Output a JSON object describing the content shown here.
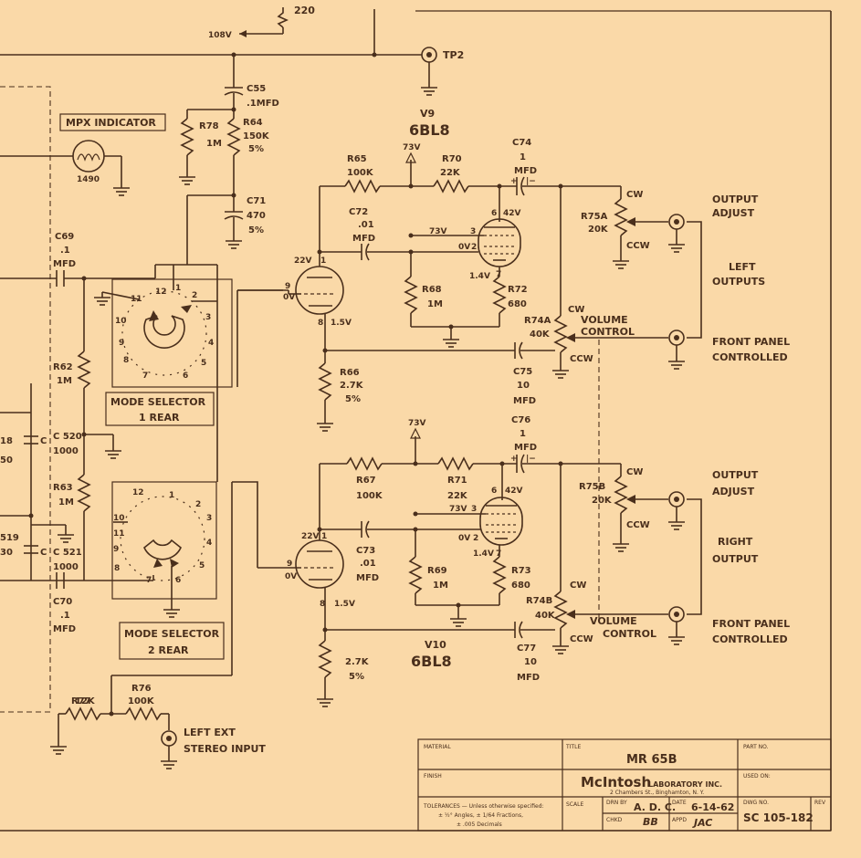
{
  "top": {
    "r220": "220",
    "v108": "108V",
    "tp2": "TP2"
  },
  "mpx": {
    "label": "MPX INDICATOR",
    "lamp": "1490"
  },
  "c55": {
    "name": "C55",
    "val": ".1MFD"
  },
  "r78": {
    "name": "R78",
    "val": "1M"
  },
  "r64": {
    "name": "R64",
    "val": "150K",
    "tol": "5%"
  },
  "c71": {
    "name": "C71",
    "val": "470",
    "tol": "5%"
  },
  "c69": {
    "name": "C69",
    "val": ".1",
    "unit": "MFD"
  },
  "r62": {
    "name": "R62",
    "val": "1M"
  },
  "r63": {
    "name": "R63",
    "val": "1M"
  },
  "c520": {
    "name": "C 520",
    "val": "1000"
  },
  "c521": {
    "name": "C 521",
    "val": "1000"
  },
  "c70": {
    "name": "C70",
    "val": ".1",
    "unit": "MFD"
  },
  "left_edge": {
    "a": "18",
    "b": "50",
    "c": "C",
    "d": "519",
    "e": "30",
    "f": "C"
  },
  "mode1": {
    "line1": "MODE SELECTOR",
    "line2": "1 REAR"
  },
  "mode2": {
    "line1": "MODE SELECTOR",
    "line2": "2 REAR"
  },
  "switch_pins": [
    "1",
    "2",
    "3",
    "4",
    "5",
    "6",
    "7",
    "8",
    "9",
    "10",
    "11",
    "12"
  ],
  "r77": {
    "name": "R77",
    "val": "12K"
  },
  "r76": {
    "name": "R76",
    "val": "100K"
  },
  "ext": {
    "line1": "LEFT EXT",
    "line2": "STEREO INPUT"
  },
  "v9": {
    "name": "V9",
    "type": "6BL8"
  },
  "v10": {
    "name": "V10",
    "type": "6BL8"
  },
  "v73a": "73V",
  "v73b": "73V",
  "upper": {
    "r65": {
      "name": "R65",
      "val": "100K"
    },
    "r70": {
      "name": "R70",
      "val": "22K"
    },
    "c74": {
      "name": "C74",
      "val": "1",
      "unit": "MFD"
    },
    "c72": {
      "name": "C72",
      "val": ".01",
      "unit": "MFD"
    },
    "r68": {
      "name": "R68",
      "val": "1M"
    },
    "r72": {
      "name": "R72",
      "val": "680"
    },
    "r66": {
      "name": "R66",
      "val": "2.7K",
      "tol": "5%"
    },
    "c75": {
      "name": "C75",
      "val": "10",
      "unit": "MFD"
    },
    "r75a": {
      "name": "R75A",
      "val": "20K"
    },
    "r74a": {
      "name": "R74A",
      "val": "40K"
    },
    "v22": "22V",
    "v0": "0V",
    "v15": "1.5V",
    "v42": "42V",
    "v73": "73V",
    "v0b": "0V",
    "v14": "1.4V",
    "p1": "1",
    "p9": "9",
    "p8": "8",
    "p6": "6",
    "p3": "3",
    "p2": "2",
    "p7": "7"
  },
  "lower": {
    "r67": {
      "name": "R67",
      "val": "100K"
    },
    "r71": {
      "name": "R71",
      "val": "22K"
    },
    "c76": {
      "name": "C76",
      "val": "1",
      "unit": "MFD"
    },
    "c73": {
      "name": "C73",
      "val": ".01",
      "unit": "MFD"
    },
    "r69": {
      "name": "R69",
      "val": "1M"
    },
    "r73": {
      "name": "R73",
      "val": "680"
    },
    "rk": {
      "val": "2.7K",
      "tol": "5%"
    },
    "c77": {
      "name": "C77",
      "val": "10",
      "unit": "MFD"
    },
    "r75b": {
      "name": "R75B",
      "val": "20K"
    },
    "r74b": {
      "name": "R74B",
      "val": "40K"
    },
    "v22": "22V",
    "v0": "0V",
    "v15": "1.5V",
    "v42": "42V",
    "v73": "73V",
    "v0b": "0V",
    "v14": "1.4V",
    "p1": "1",
    "p9": "9",
    "p8": "8",
    "p6": "6",
    "p3": "3",
    "p2": "2",
    "p7": "7"
  },
  "cw": "CW",
  "ccw": "CCW",
  "out_adjust": {
    "line1": "OUTPUT",
    "line2": "ADJUST"
  },
  "volume": {
    "line1": "VOLUME",
    "line2": "CONTROL"
  },
  "left_out": {
    "line1": "LEFT",
    "line2": "OUTPUTS"
  },
  "right_out": {
    "line1": "RIGHT",
    "line2": "OUTPUT"
  },
  "front": {
    "line1": "FRONT PANEL",
    "line2": "CONTROLLED"
  },
  "title_block": {
    "material": "MATERIAL",
    "title_lbl": "TITLE",
    "title": "MR 65B",
    "part_no": "PART NO.",
    "finish": "FINISH",
    "brand": "McIntosh",
    "lab": "LABORATORY INC.",
    "address": "2 Chambers St., Binghamton, N. Y.",
    "used_on": "USED ON:",
    "tol1": "TOLERANCES — Unless otherwise specified:",
    "tol2": "± ½° Angles, ± 1/64 Fractions,",
    "tol3": "± .005 Decimals",
    "scale": "SCALE",
    "drn_lbl": "DRN BY",
    "drn": "A. D. C.",
    "date_lbl": "DATE",
    "date": "6-14-62",
    "dwg_lbl": "DWG NO.",
    "dwg": "SC 105-182",
    "rev": "REV",
    "chkd_lbl": "CHKD",
    "chkd": "BB",
    "appd_lbl": "APPD",
    "appd": "JAC"
  }
}
